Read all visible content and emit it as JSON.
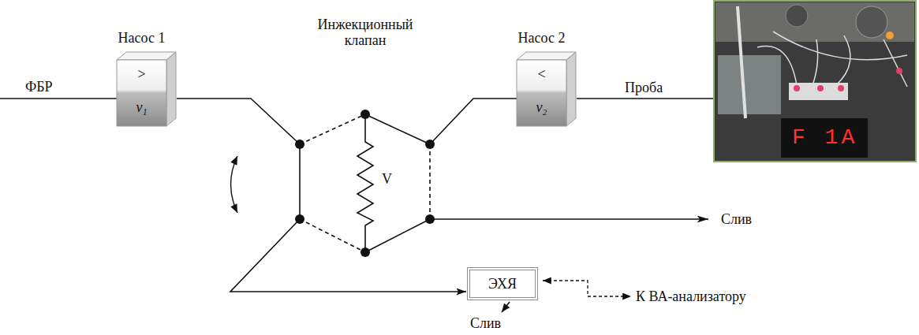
{
  "diagram": {
    "nodes": [
      {
        "text": [
          "Насос 1",
          ">",
          "v₁"
        ]
      },
      {
        "text": [
          "Инжекционный клапан",
          "V"
        ]
      },
      {
        "text": [
          "Насос 2",
          "<",
          "v₂"
        ]
      },
      {
        "text": [
          "ЭХЯ"
        ]
      }
    ],
    "edges": [
      {
        "from": 0,
        "to": 1,
        "arrow": "none"
      },
      {
        "from": 2,
        "to": 1,
        "arrow": "none"
      },
      {
        "from": 1,
        "to": 3,
        "arrow": "to"
      }
    ],
    "labels": [
      "ФБР",
      "Проба",
      "Слив",
      "Слив",
      "К ВА-анализатору",
      "F 1A"
    ]
  }
}
